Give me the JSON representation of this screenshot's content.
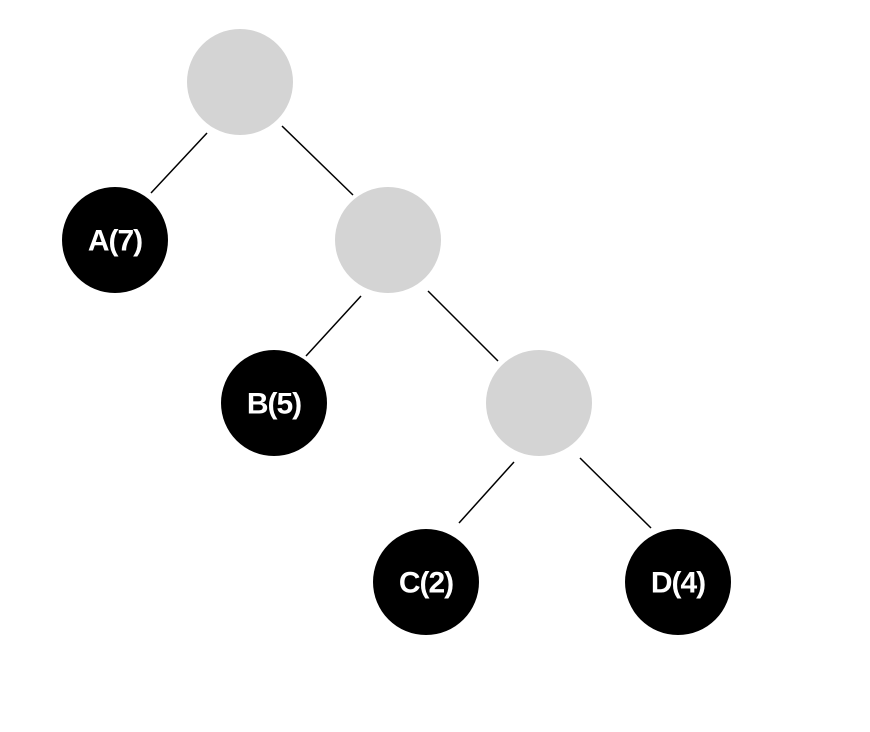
{
  "tree": {
    "nodes": {
      "root": {
        "label": "",
        "kind": "internal"
      },
      "inner_1": {
        "label": "",
        "kind": "internal"
      },
      "inner_2": {
        "label": "",
        "kind": "internal"
      },
      "leaf_a": {
        "label": "A(7)",
        "kind": "leaf"
      },
      "leaf_b": {
        "label": "B(5)",
        "kind": "leaf"
      },
      "leaf_c": {
        "label": "C(2)",
        "kind": "leaf"
      },
      "leaf_d": {
        "label": "D(4)",
        "kind": "leaf"
      }
    },
    "edges": [
      [
        "root",
        "leaf_a"
      ],
      [
        "root",
        "inner_1"
      ],
      [
        "inner_1",
        "leaf_b"
      ],
      [
        "inner_1",
        "inner_2"
      ],
      [
        "inner_2",
        "leaf_c"
      ],
      [
        "inner_2",
        "leaf_d"
      ]
    ]
  },
  "colors": {
    "internal_fill": "#d4d4d4",
    "leaf_fill": "#000000",
    "leaf_text": "#ffffff",
    "edge_stroke": "#000000",
    "background": "#ffffff"
  }
}
